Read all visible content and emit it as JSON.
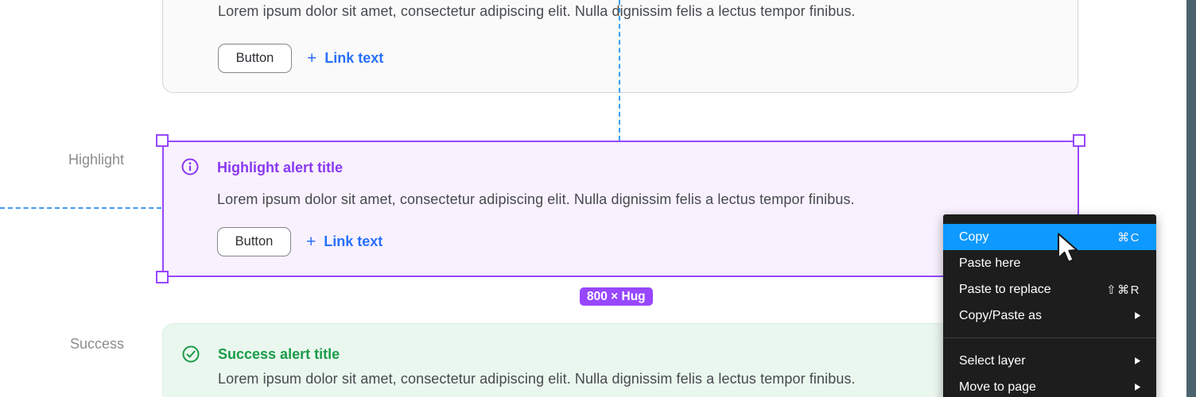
{
  "canvas": {
    "side_labels": {
      "highlight": "Highlight",
      "success": "Success"
    },
    "top_alert": {
      "body": "Lorem ipsum dolor sit amet, consectetur adipiscing elit. Nulla dignissim felis a lectus tempor finibus.",
      "button_label": "Button",
      "link_plus": "+",
      "link_label": "Link text"
    },
    "highlight_alert": {
      "title": "Highlight alert title",
      "body": "Lorem ipsum dolor sit amet, consectetur adipiscing elit. Nulla dignissim felis a lectus tempor finibus.",
      "button_label": "Button",
      "link_plus": "+",
      "link_label": "Link text"
    },
    "success_alert": {
      "title": "Success alert title",
      "body": "Lorem ipsum dolor sit amet, consectetur adipiscing elit. Nulla dignissim felis a lectus tempor finibus."
    },
    "selection": {
      "size_badge": "800 × Hug"
    }
  },
  "context_menu": {
    "items": [
      {
        "label": "Copy",
        "shortcut": "⌘C",
        "selected": true
      },
      {
        "label": "Paste here",
        "shortcut": ""
      },
      {
        "label": "Paste to replace",
        "shortcut": "⇧⌘R"
      },
      {
        "label": "Copy/Paste as",
        "submenu": true
      },
      {
        "label": "Select layer",
        "submenu": true
      },
      {
        "label": "Move to page",
        "submenu": true
      }
    ],
    "submenu_arrow": "▶"
  },
  "colors": {
    "selection_purple": "#9747ff",
    "highlight_title": "#8a38f2",
    "success_green": "#1a9c49",
    "link_blue": "#2970ff",
    "guide_blue": "#3e9cf5",
    "menu_bg": "#1d1d1d",
    "menu_highlight": "#0d99ff",
    "side_panel_strip": "#4c636d"
  }
}
